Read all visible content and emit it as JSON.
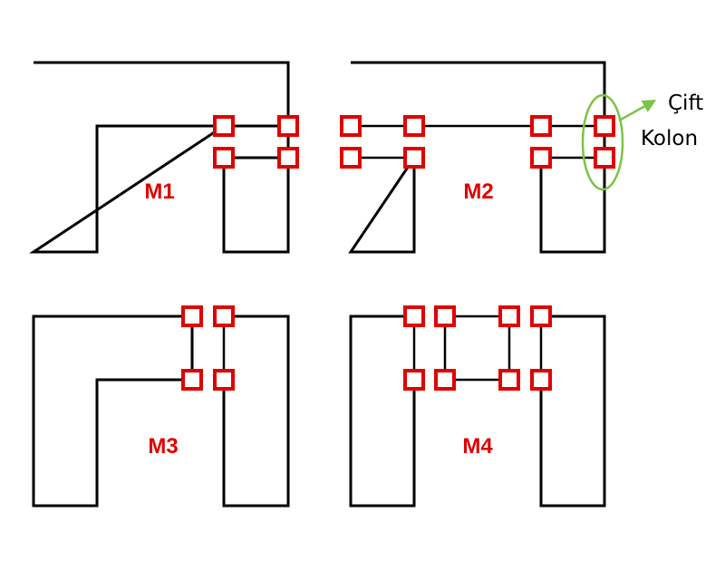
{
  "colors": {
    "outline": "#000000",
    "column": "#e00000",
    "label": "#e00000",
    "highlight": "#7cc444"
  },
  "modules": {
    "m1": "M1",
    "m2": "M2",
    "m3": "M3",
    "m4": "M4"
  },
  "annotation": {
    "line1": "Çift",
    "line2": "Kolon"
  }
}
